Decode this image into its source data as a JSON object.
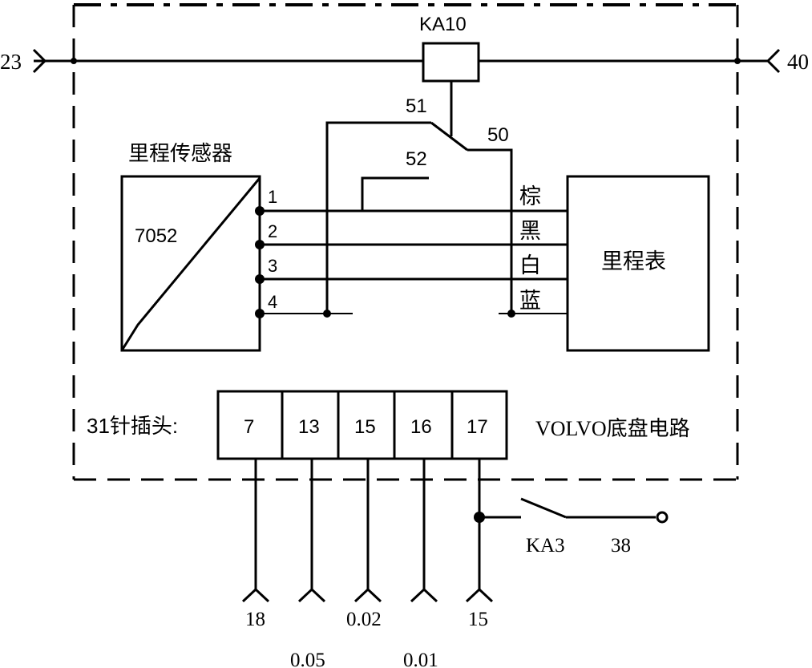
{
  "relay_top": {
    "label": "KA10"
  },
  "bus": {
    "left_terminal": "23",
    "right_terminal": "40"
  },
  "switch_contacts": {
    "c51": "51",
    "c50": "50",
    "c52": "52"
  },
  "sensor": {
    "title": "里程传感器",
    "model": "7052",
    "pins": [
      "1",
      "2",
      "3",
      "4"
    ]
  },
  "odometer": {
    "label": "里程表"
  },
  "wire_colors": [
    "棕",
    "黑",
    "白",
    "蓝"
  ],
  "connector": {
    "label": "31针插头:",
    "pins": [
      "7",
      "13",
      "15",
      "16",
      "17"
    ],
    "circuit_label": "VOLVO底盘电路"
  },
  "bottom_terminals": {
    "row1": [
      "18",
      "0.02",
      "15"
    ],
    "row2": [
      "0.05",
      "0.01"
    ]
  },
  "relay_bottom": {
    "label": "KA3",
    "terminal": "38"
  }
}
